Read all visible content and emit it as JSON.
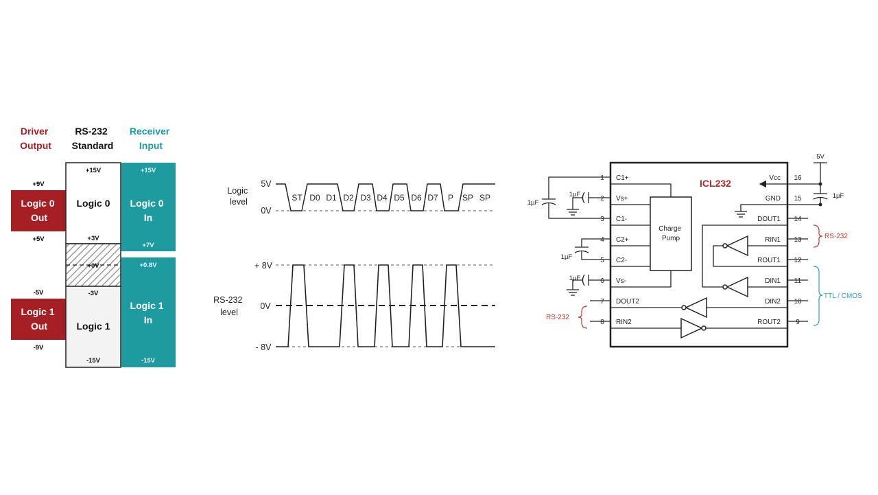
{
  "levels": {
    "headers": {
      "driver": [
        "Driver",
        "Output"
      ],
      "standard": [
        "RS-232",
        "Standard"
      ],
      "receiver": [
        "Receiver",
        "Input"
      ]
    },
    "driver": {
      "logic0": [
        "Logic 0",
        "Out"
      ],
      "logic1": [
        "Logic 1",
        "Out"
      ],
      "v_plus9": "+9V",
      "v_plus5": "+5V",
      "v_minus5": "-5V",
      "v_minus9": "-9V"
    },
    "standard": {
      "logic0": "Logic 0",
      "logic1": "Logic 1",
      "v_plus15": "+15V",
      "v_plus3": "+3V",
      "v_zero": "+0V",
      "v_minus3": "-3V",
      "v_minus15": "-15V"
    },
    "receiver": {
      "logic0": [
        "Logic 0",
        "In"
      ],
      "logic1": [
        "Logic 1",
        "In"
      ],
      "v_plus15": "+15V",
      "v_plus7": "+7V",
      "v_plus08": "+0.8V",
      "v_minus15": "-15V"
    },
    "colors": {
      "driver": "#a51f24",
      "receiver": "#1d9ba0",
      "hatch": "#888888"
    }
  },
  "waveform": {
    "logic_label": [
      "Logic",
      "level"
    ],
    "rs232_label": [
      "RS-232",
      "level"
    ],
    "logic_high": "5V",
    "logic_low": "0V",
    "rs_high": "+ 8V",
    "rs_mid": "0V",
    "rs_low": "- 8V",
    "bits": [
      "ST",
      "D0",
      "D1",
      "D2",
      "D3",
      "D4",
      "D5",
      "D6",
      "D7",
      "P",
      "SP",
      "SP"
    ]
  },
  "chip": {
    "title": "ICL232",
    "pump": [
      "Charge",
      "Pump"
    ],
    "left_pins": [
      {
        "num": "1",
        "name": "C1+"
      },
      {
        "num": "2",
        "name": "Vs+"
      },
      {
        "num": "3",
        "name": "C1-"
      },
      {
        "num": "4",
        "name": "C2+"
      },
      {
        "num": "5",
        "name": "C2-"
      },
      {
        "num": "6",
        "name": "Vs-"
      },
      {
        "num": "7",
        "name": "DOUT2"
      },
      {
        "num": "8",
        "name": "RIN2"
      }
    ],
    "right_pins": [
      {
        "num": "16",
        "name": "Vcc"
      },
      {
        "num": "15",
        "name": "GND"
      },
      {
        "num": "14",
        "name": "DOUT1"
      },
      {
        "num": "13",
        "name": "RIN1"
      },
      {
        "num": "12",
        "name": "ROUT1"
      },
      {
        "num": "11",
        "name": "DIN1"
      },
      {
        "num": "10",
        "name": "DIN2"
      },
      {
        "num": "9",
        "name": "ROUT2"
      }
    ],
    "supply": "5V",
    "cap": "1µF",
    "rs232_right": "RS-232",
    "ttl": "TTL / CMOS",
    "rs232_left": "RS-232"
  }
}
